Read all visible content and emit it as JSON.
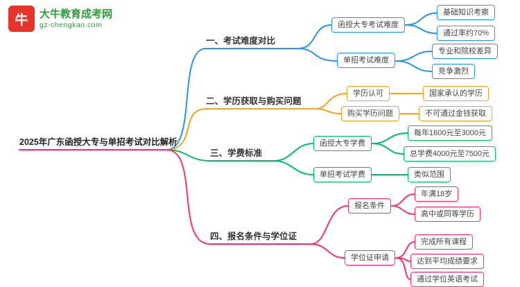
{
  "site": {
    "logo_icon": "牛",
    "name": "大牛教育成考网",
    "url": "gz-chengkao.com"
  },
  "root": {
    "label": "2025年广东函授大专与单招考试对比解析"
  },
  "colors": {
    "branch1_blue": "#2196f3",
    "branch2_orange": "#f5a31a",
    "branch3_green": "#00bf5f",
    "branch4_pink": "#ff2d78",
    "root_underline": "#ff2d78",
    "logo_red": "#e5342c",
    "logo_green": "#2e9c3c"
  },
  "branches": [
    {
      "label": "一、考试难度对比",
      "color": "#2196f3",
      "children": [
        {
          "label": "函授大专考试难度",
          "children": [
            {
              "label": "基础知识考察"
            },
            {
              "label": "通过率约70%"
            }
          ]
        },
        {
          "label": "单招考试难度",
          "children": [
            {
              "label": "专业和院校差异"
            },
            {
              "label": "竞争激烈"
            }
          ]
        }
      ]
    },
    {
      "label": "二、学历获取与购买问题",
      "color": "#f5a31a",
      "children": [
        {
          "label": "学历认可",
          "children": [
            {
              "label": "国家承认的学历"
            }
          ]
        },
        {
          "label": "购买学历问题",
          "children": [
            {
              "label": "不可通过金钱获取"
            }
          ]
        }
      ]
    },
    {
      "label": "三、学费标准",
      "color": "#00bf5f",
      "children": [
        {
          "label": "函授大专学费",
          "children": [
            {
              "label": "每年1600元至3000元"
            },
            {
              "label": "总学费4000元至7500元"
            }
          ]
        },
        {
          "label": "单招考试学费",
          "children": [
            {
              "label": "类似范围"
            }
          ]
        }
      ]
    },
    {
      "label": "四、报名条件与学位证",
      "color": "#ff2d78",
      "children": [
        {
          "label": "报名条件",
          "children": [
            {
              "label": "年满18岁"
            },
            {
              "label": "高中或同等学历"
            }
          ]
        },
        {
          "label": "学位证申请",
          "children": [
            {
              "label": "完成所有课程"
            },
            {
              "label": "达到平均成绩要求"
            },
            {
              "label": "通过学位英语考试"
            }
          ]
        }
      ]
    }
  ]
}
